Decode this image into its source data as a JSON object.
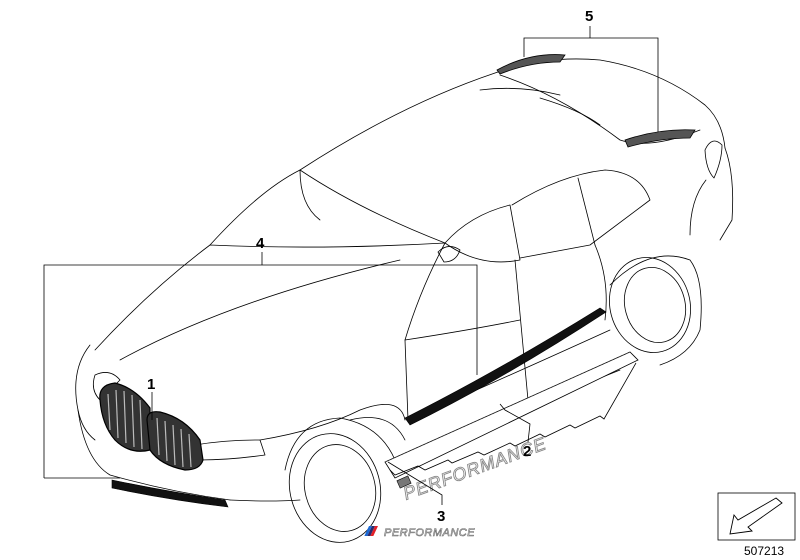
{
  "callouts": {
    "grille": "1",
    "side_skirt": "2",
    "decal": "3",
    "front_set": "4",
    "roof_spoiler": "5"
  },
  "decal_text": {
    "large": "PERFORMANCE",
    "small": "PERFORMANCE"
  },
  "document_number": "507213",
  "colors": {
    "m_blue_light": "#1c69d4",
    "m_blue_dark": "#2b2a6b",
    "m_red": "#e22028"
  },
  "icons": {
    "view_arrow": "view-direction-arrow-icon",
    "m_stripes": "m-stripes-logo-icon"
  }
}
